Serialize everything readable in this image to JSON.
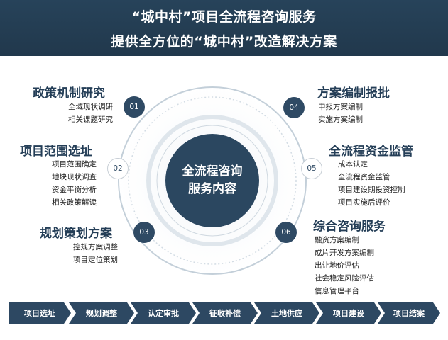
{
  "banner": {
    "line1": "“城中村”项目全流程咨询服务",
    "line2": "提供全方位的“城中村”改造解决方案"
  },
  "center": {
    "line1": "全流程咨询",
    "line2": "服务内容"
  },
  "sections": [
    {
      "num": "01",
      "title": "政策机制研究",
      "items": [
        "全域现状调研",
        "相关课题研究"
      ]
    },
    {
      "num": "02",
      "title": "项目范围选址",
      "items": [
        "项目范围确定",
        "地块现状调查",
        "资金平衡分析",
        "相关政策解读"
      ]
    },
    {
      "num": "03",
      "title": "规划策划方案",
      "items": [
        "控规方案调整",
        "项目定位策划"
      ]
    },
    {
      "num": "04",
      "title": "方案编制报批",
      "items": [
        "申报方案编制",
        "实施方案编制"
      ]
    },
    {
      "num": "05",
      "title": "全流程资金监管",
      "items": [
        "成本认定",
        "全流程资金监管",
        "项目建设期投资控制",
        "项目实施后评价"
      ]
    },
    {
      "num": "06",
      "title": "综合咨询服务",
      "items": [
        "融资方案编制",
        "成片开发方案编制",
        "出让地价评估",
        "社会稳定风险评估",
        "信息管理平台"
      ]
    }
  ],
  "process": [
    "项目选址",
    "规划调整",
    "认定审批",
    "征收补偿",
    "土地供应",
    "项目建设",
    "项目结案"
  ],
  "colors": {
    "navy": "#2b4760",
    "banner": "#21384c",
    "ring": "#c3cfd9"
  }
}
